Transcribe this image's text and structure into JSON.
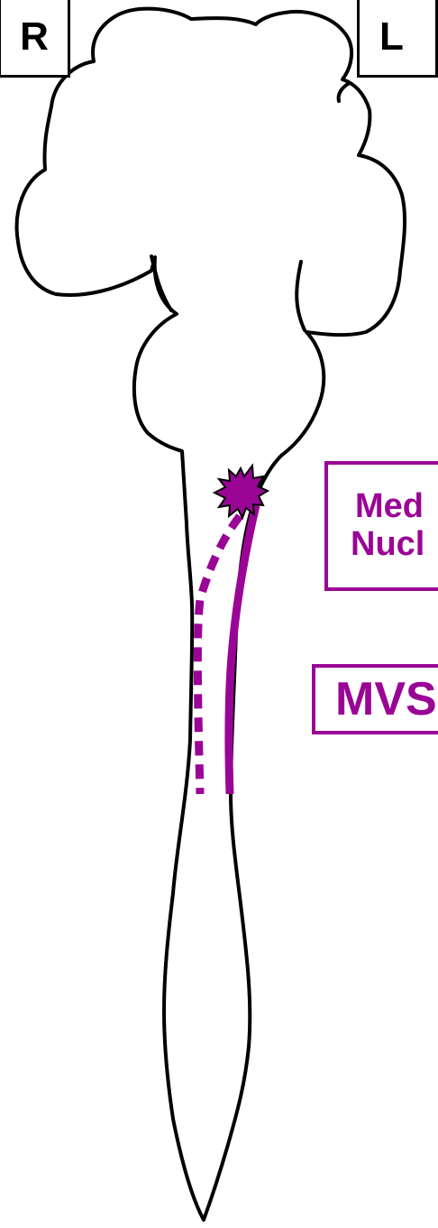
{
  "orientation": {
    "right_label": "R",
    "left_label": "L"
  },
  "labels": {
    "nucleus_line1": "Med",
    "nucleus_line2": "Nucl",
    "tract": "MVS"
  },
  "colors": {
    "outline": "#000000",
    "accent_purple": "#9a0596",
    "background": "#ffffff"
  },
  "markers": {
    "lesion_icon": "starburst-icon",
    "ipsilateral_path_style": "solid",
    "contralateral_path_style": "dashed"
  }
}
